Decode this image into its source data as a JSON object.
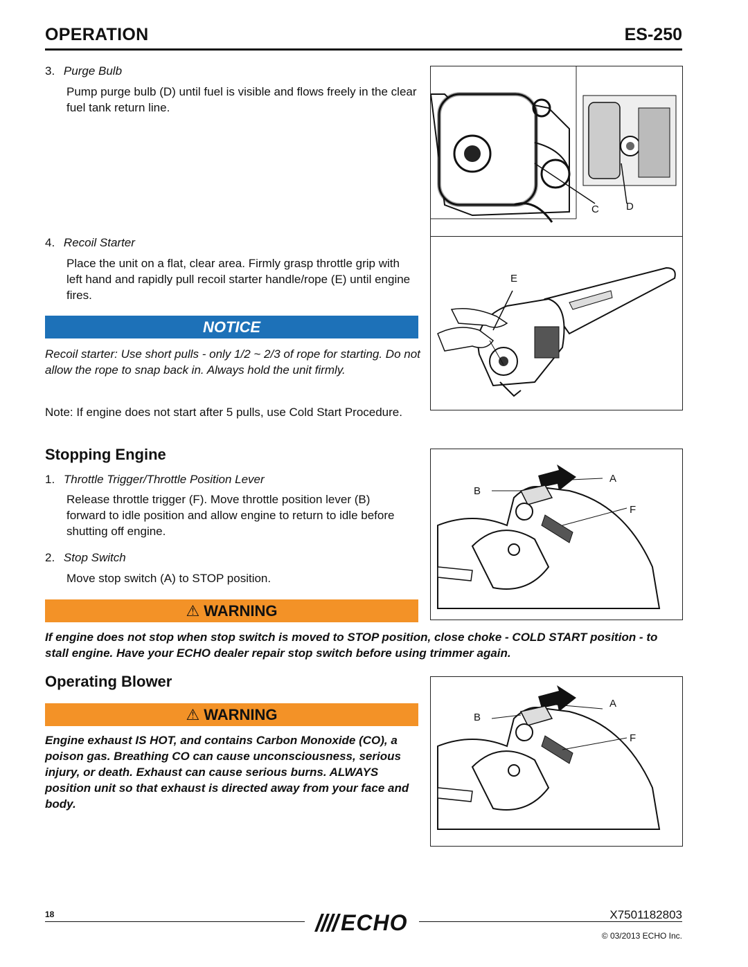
{
  "header": {
    "section": "OPERATION",
    "model": "ES-250"
  },
  "purge": {
    "number": "3.",
    "title": "Purge Bulb",
    "text": "Pump purge bulb (D) until fuel is visible and flows freely in the clear fuel tank return line."
  },
  "recoil": {
    "number": "4.",
    "title": "Recoil Starter",
    "text": "Place the unit on a flat, clear area. Firmly grasp throttle grip with left hand and rapidly pull recoil starter handle/rope (E) until engine fires."
  },
  "notice": {
    "label": "NOTICE",
    "text": "Recoil starter:  Use short pulls - only 1/2 ~ 2/3 of rope for starting.  Do not allow the rope to snap back in.  Always hold the unit firmly."
  },
  "note": {
    "prefix": "Note:",
    "text": "If engine does not start after 5 pulls, use Cold Start Procedure."
  },
  "stopping": {
    "title": "Stopping Engine",
    "step1": {
      "number": "1.",
      "title": "Throttle Trigger/Throttle Position Lever",
      "text": "Release throttle trigger (F). Move throttle position lever (B) forward to idle position and allow engine to return to idle before shutting off engine."
    },
    "step2": {
      "number": "2.",
      "title": "Stop Switch",
      "text": "Move stop switch  (A)  to STOP position."
    },
    "warning_label": "WARNING",
    "warning_text": "If engine does not stop when stop switch is moved to STOP position, close choke - COLD START position - to stall engine. Have your ECHO dealer repair stop switch before using trimmer again."
  },
  "operating": {
    "title": "Operating Blower",
    "warning_label": "WARNING",
    "warning_text": "Engine exhaust IS HOT, and contains Carbon Monoxide (CO), a poison gas.  Breathing CO can cause unconsciousness, serious injury, or death. Exhaust can cause serious burns.  ALWAYS position unit so that exhaust is directed away from your face and body."
  },
  "figures": {
    "fig1": {
      "c": "C",
      "d": "D"
    },
    "fig2": {
      "e": "E"
    },
    "fig3": {
      "a": "A",
      "b": "B",
      "f": "F"
    },
    "fig4": {
      "a": "A",
      "b": "B",
      "f": "F"
    }
  },
  "footer": {
    "page": "18",
    "logo": "ECHO",
    "part_number": "X7501182803",
    "copyright": "© 03/2013 ECHO Inc."
  },
  "colors": {
    "notice": "#1d71b8",
    "warning": "#f39227"
  }
}
